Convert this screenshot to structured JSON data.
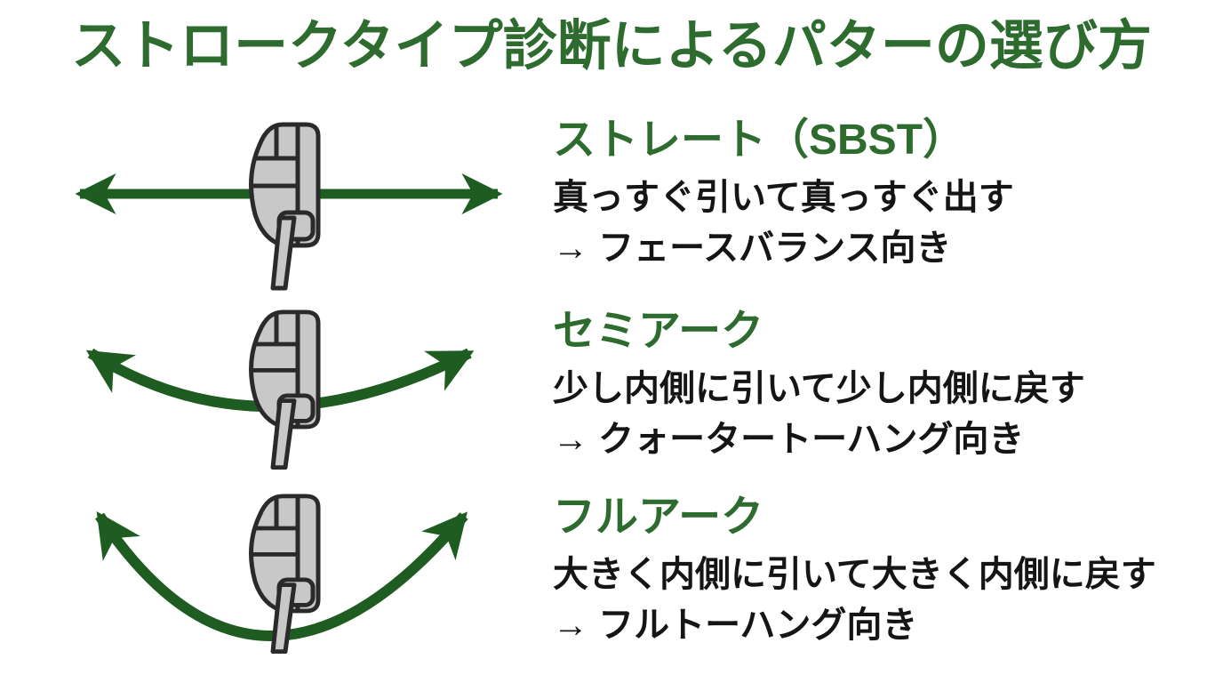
{
  "page": {
    "title": "ストロークタイプ診断によるパターの選び方",
    "colors": {
      "title_green": "#2d6b2f",
      "arrow_green": "#1f5c22",
      "body_text": "#151515",
      "putter_fill": "#c8c8c8",
      "putter_outline": "#2a2a2a",
      "background": "#ffffff"
    },
    "sections": [
      {
        "heading": "ストレート（SBST）",
        "description_line1": "真っすぐ引いて真っすぐ出す",
        "description_line2": "→ フェースバランス向き",
        "stroke_icon": "putter-top-view-icon",
        "arrow_icon": "straight-double-headed-arrow-icon"
      },
      {
        "heading": "セミアーク",
        "description_line1": "少し内側に引いて少し内側に戻す",
        "description_line2": "→ クォータートーハング向き",
        "stroke_icon": "putter-top-view-icon",
        "arrow_icon": "shallow-arc-double-headed-arrow-icon"
      },
      {
        "heading": "フルアーク",
        "description_line1": "大きく内側に引いて大きく内側に戻す",
        "description_line2": "→ フルトーハング向き",
        "stroke_icon": "putter-top-view-icon",
        "arrow_icon": "deep-arc-double-headed-arrow-icon"
      }
    ]
  }
}
